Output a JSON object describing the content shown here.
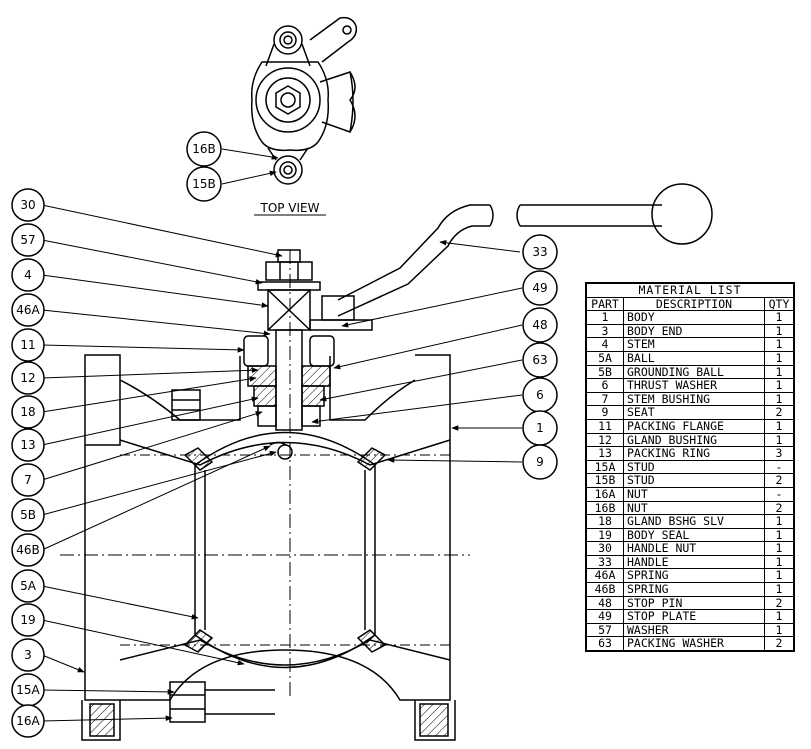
{
  "top_view_label": "TOP VIEW",
  "callouts": [
    {
      "id": "16B"
    },
    {
      "id": "15B"
    },
    {
      "id": "30"
    },
    {
      "id": "57"
    },
    {
      "id": "4"
    },
    {
      "id": "46A"
    },
    {
      "id": "11"
    },
    {
      "id": "12"
    },
    {
      "id": "18"
    },
    {
      "id": "13"
    },
    {
      "id": "7"
    },
    {
      "id": "5B"
    },
    {
      "id": "46B"
    },
    {
      "id": "5A"
    },
    {
      "id": "19"
    },
    {
      "id": "3"
    },
    {
      "id": "15A"
    },
    {
      "id": "16A"
    },
    {
      "id": "33"
    },
    {
      "id": "49"
    },
    {
      "id": "48"
    },
    {
      "id": "63"
    },
    {
      "id": "6"
    },
    {
      "id": "1"
    },
    {
      "id": "9"
    }
  ],
  "material_list": {
    "title": "MATERIAL LIST",
    "headers": {
      "part": "PART",
      "description": "DESCRIPTION",
      "qty": "QTY"
    },
    "rows": [
      {
        "part": "1",
        "description": "BODY",
        "qty": "1"
      },
      {
        "part": "3",
        "description": "BODY END",
        "qty": "1"
      },
      {
        "part": "4",
        "description": "STEM",
        "qty": "1"
      },
      {
        "part": "5A",
        "description": "BALL",
        "qty": "1"
      },
      {
        "part": "5B",
        "description": "GROUNDING BALL",
        "qty": "1"
      },
      {
        "part": "6",
        "description": "THRUST WASHER",
        "qty": "1"
      },
      {
        "part": "7",
        "description": "STEM BUSHING",
        "qty": "1"
      },
      {
        "part": "9",
        "description": "SEAT",
        "qty": "2"
      },
      {
        "part": "11",
        "description": "PACKING FLANGE",
        "qty": "1"
      },
      {
        "part": "12",
        "description": "GLAND BUSHING",
        "qty": "1"
      },
      {
        "part": "13",
        "description": "PACKING RING",
        "qty": "3"
      },
      {
        "part": "15A",
        "description": "STUD",
        "qty": "-"
      },
      {
        "part": "15B",
        "description": "STUD",
        "qty": "2"
      },
      {
        "part": "16A",
        "description": "NUT",
        "qty": "-"
      },
      {
        "part": "16B",
        "description": "NUT",
        "qty": "2"
      },
      {
        "part": "18",
        "description": "GLAND BSHG SLV",
        "qty": "1"
      },
      {
        "part": "19",
        "description": "BODY SEAL",
        "qty": "1"
      },
      {
        "part": "30",
        "description": "HANDLE NUT",
        "qty": "1"
      },
      {
        "part": "33",
        "description": "HANDLE",
        "qty": "1"
      },
      {
        "part": "46A",
        "description": "SPRING",
        "qty": "1"
      },
      {
        "part": "46B",
        "description": "SPRING",
        "qty": "1"
      },
      {
        "part": "48",
        "description": "STOP PIN",
        "qty": "2"
      },
      {
        "part": "49",
        "description": "STOP PLATE",
        "qty": "1"
      },
      {
        "part": "57",
        "description": "WASHER",
        "qty": "1"
      },
      {
        "part": "63",
        "description": "PACKING WASHER",
        "qty": "2"
      }
    ]
  }
}
